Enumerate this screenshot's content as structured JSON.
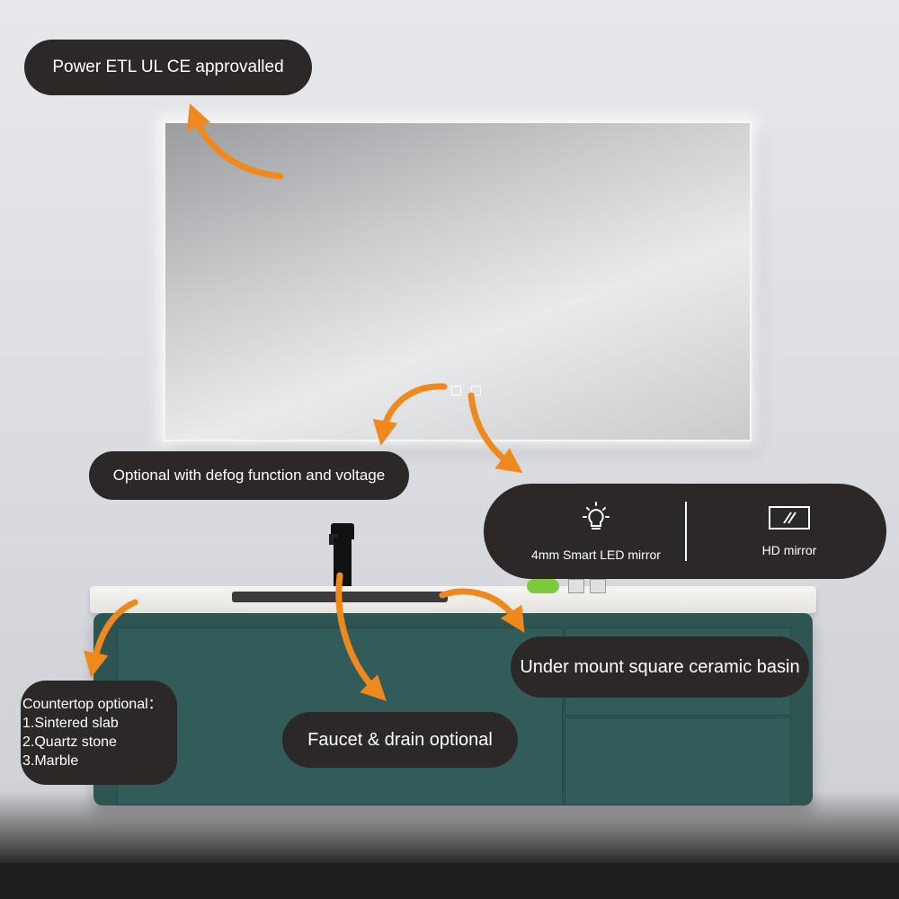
{
  "callouts": {
    "power": "Power ETL  UL CE approvalled",
    "defog": "Optional with defog function and voltage",
    "basin": "Under mount square ceramic basin",
    "faucet": "Faucet & drain optional",
    "countertop": {
      "heading": "Countertop optional：",
      "items": [
        "1.Sintered slab",
        "2.Quartz stone",
        "3.Marble"
      ]
    }
  },
  "features": {
    "led_label": "4mm Smart LED mirror",
    "hd_label": "HD mirror",
    "led_icon": "lightbulb-icon",
    "hd_icon": "mirror-icon"
  },
  "colors": {
    "arrow": "#f0891d",
    "callout_bg": "#2b2827",
    "cabinet": "#2f5552",
    "wall": "#e0e2e6"
  }
}
